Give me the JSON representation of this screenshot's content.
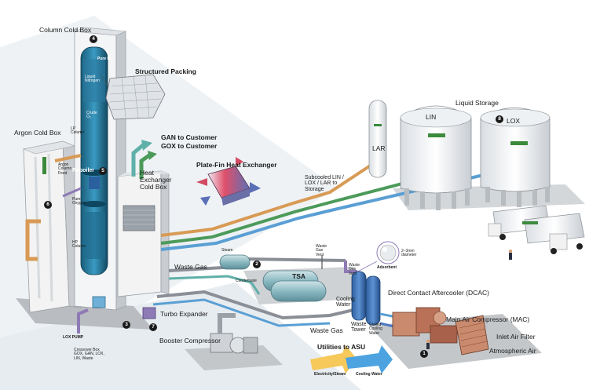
{
  "labels": {
    "column_cold_box": "Column Cold Box",
    "structured_packing": "Structured Packing",
    "argon_cold_box": "Argon Cold Box",
    "pure_n2": "Pure N₂",
    "liquid_nitrogen": "Liquid Nitrogen",
    "crude_o2": "Crude O₂",
    "lp_column": "LP Column",
    "argon_column_feed": "Argon Column Feed",
    "reboiler": "Reboiler",
    "pure_oxygen": "Pure Oxygen",
    "hp_column": "HP Column",
    "lox_pump": "LOX PUMP",
    "crossover_box": "Crossover Box GOX, GAN, LOX, LIN, Waste",
    "gan_to_customer": "GAN to Customer",
    "gox_to_customer": "GOX to Customer",
    "heat_exchanger_cold_box": "Heat Exchanger Cold Box",
    "plate_fin_heat_exchanger": "Plate-Fin Heat Exchanger",
    "subcooled_line": "Subcooled LIN / LOX / LAR to Storage",
    "liquid_storage": "Liquid Storage",
    "lin": "LIN",
    "lox": "LOX",
    "lar": "LAR",
    "waste_gas_top": "Waste Gas",
    "steam": "Steam",
    "waste_gas_vent": "Waste Gas Vent",
    "condensate": "Condensate",
    "tsa": "TSA",
    "adsorbent_size": "2–3mm diameter",
    "adsorbent": "Adsorbent",
    "direct_contact_aftercooler": "Direct Contact Aftercooler (DCAC)",
    "main_air_compressor": "Main Air Compressor (MAC)",
    "inlet_air_filter": "Inlet Air Filter",
    "atmospheric_air": "Atmospheric Air",
    "turbo_expander": "Turbo Expander",
    "booster_compressor": "Booster Compressor",
    "waste_gas_bottom": "Waste Gas",
    "waste_tower": "Waste Tower",
    "chilled_cooling_water": "Chilled Cooling Water",
    "cooling_water": "Cooling Water",
    "utilities_to_asu": "Utilities to ASU",
    "electricity_steam": "Electricity/Steam",
    "cooling_water_arrow": "Cooling Water"
  },
  "numbers": [
    "1",
    "2",
    "3",
    "4",
    "5",
    "6",
    "7",
    "8"
  ],
  "colors": {
    "water_blue": "#5a9fd4",
    "gox_green": "#4c9a5a",
    "gan_teal": "#5fb0a8",
    "lar_orange": "#d89a55",
    "waste_gray": "#8a8e96",
    "waste_purple": "#8e7ab5",
    "machinery_rust": "#a8614a"
  }
}
